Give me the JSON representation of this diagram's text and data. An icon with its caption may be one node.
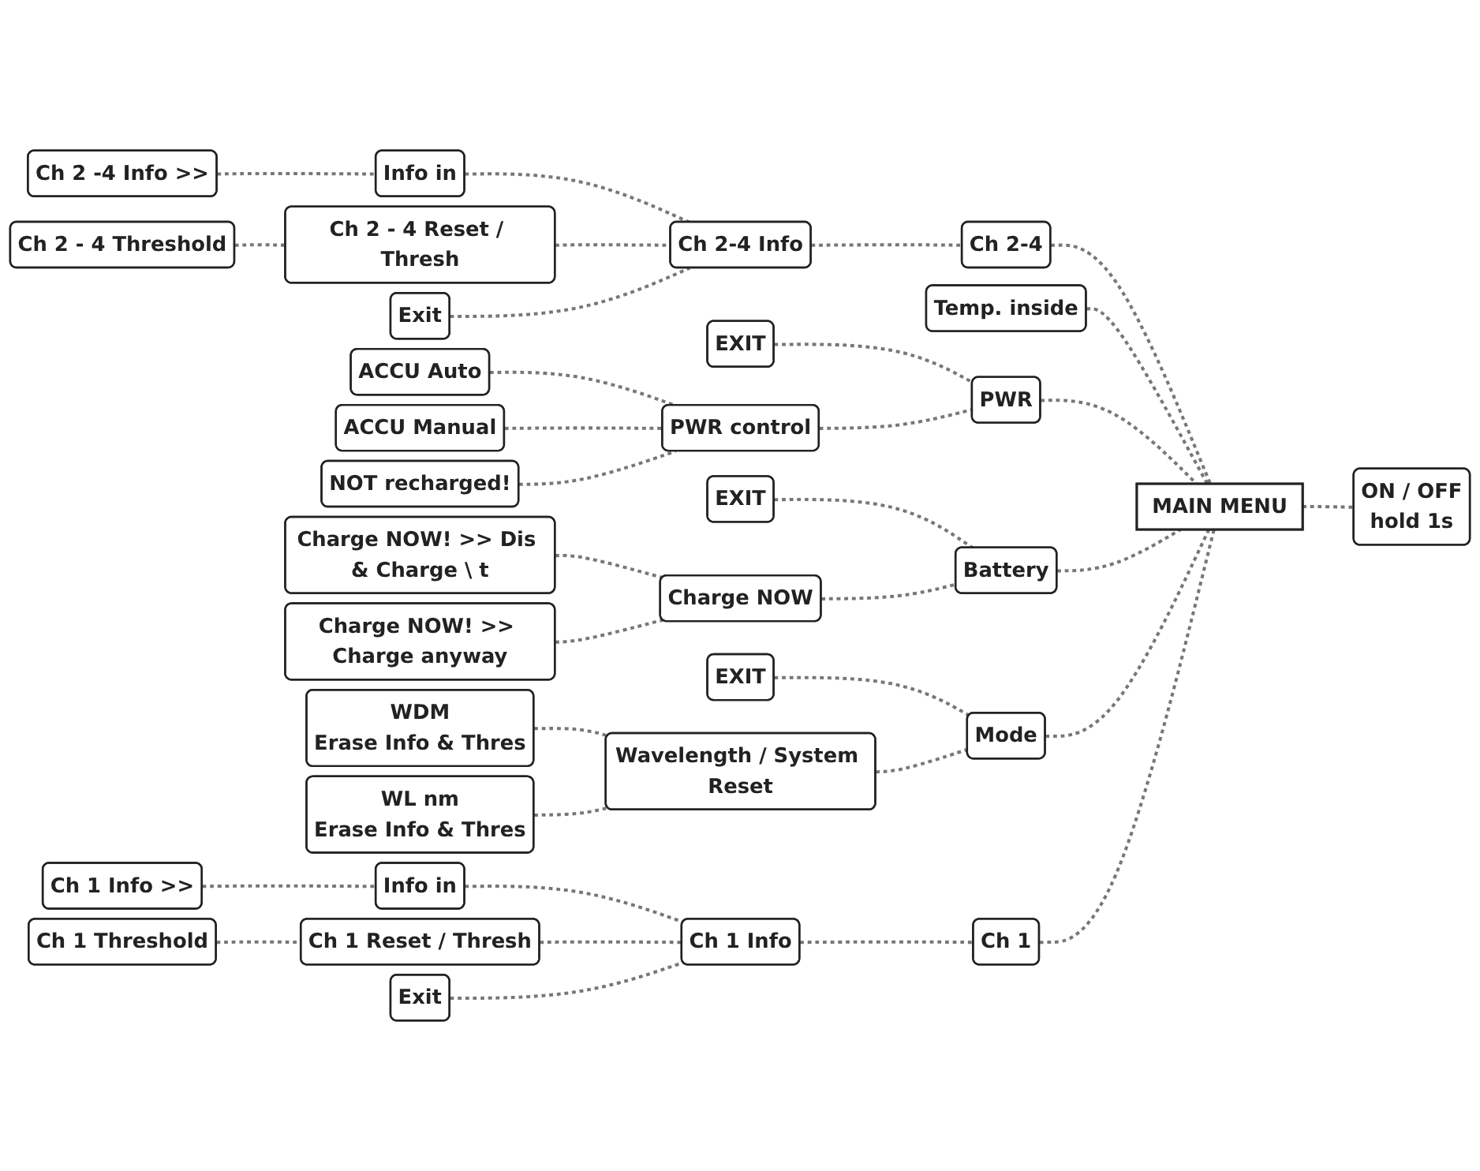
{
  "diagram": {
    "nodes": [
      {
        "text": [
          "Ch 2 -4 Info >>"
        ]
      },
      {
        "text": [
          "Info in"
        ]
      },
      {
        "text": [
          "Ch 2 - 4 Threshold"
        ]
      },
      {
        "text": [
          "Ch 2 - 4 Reset / Thresh"
        ]
      },
      {
        "text": [
          "Ch 2-4 Info"
        ]
      },
      {
        "text": [
          "Ch 2-4"
        ]
      },
      {
        "text": [
          "Exit"
        ]
      },
      {
        "text": [
          "Temp. inside"
        ]
      },
      {
        "text": [
          "ACCU Auto"
        ]
      },
      {
        "text": [
          "EXIT"
        ]
      },
      {
        "text": [
          "ACCU Manual"
        ]
      },
      {
        "text": [
          "PWR control"
        ]
      },
      {
        "text": [
          "PWR"
        ]
      },
      {
        "text": [
          "NOT recharged!"
        ]
      },
      {
        "text": [
          "Charge NOW! >> Dis & Charge \\ t"
        ]
      },
      {
        "text": [
          "EXIT"
        ]
      },
      {
        "text": [
          "Charge NOW! >> Charge anyway"
        ]
      },
      {
        "text": [
          "Charge NOW"
        ]
      },
      {
        "text": [
          "Battery"
        ]
      },
      {
        "text": [
          "WDM",
          "Erase Info & Thres"
        ]
      },
      {
        "text": [
          "EXIT"
        ]
      },
      {
        "text": [
          "WL nm",
          "Erase Info & Thres"
        ]
      },
      {
        "text": [
          "Wavelength / System Reset"
        ]
      },
      {
        "text": [
          "Mode"
        ]
      },
      {
        "text": [
          "Ch 1 Info >>"
        ]
      },
      {
        "text": [
          "Info in"
        ]
      },
      {
        "text": [
          "Ch 1 Threshold"
        ]
      },
      {
        "text": [
          "Ch 1 Reset / Thresh"
        ]
      },
      {
        "text": [
          "Ch 1 Info"
        ]
      },
      {
        "text": [
          "Ch 1"
        ]
      },
      {
        "text": [
          "Exit"
        ]
      },
      {
        "text": [
          "MAIN MENU"
        ]
      },
      {
        "text": [
          "ON / OFF",
          "hold 1s"
        ]
      }
    ],
    "edges": [
      {
        "from": 0,
        "to": 1,
        "arrow": "none",
        "style": "dashed"
      },
      {
        "from": 2,
        "to": 3,
        "arrow": "none",
        "style": "dashed"
      },
      {
        "from": 1,
        "to": 4,
        "arrow": "none",
        "style": "dashed"
      },
      {
        "from": 3,
        "to": 4,
        "arrow": "none",
        "style": "dashed"
      },
      {
        "from": 6,
        "to": 4,
        "arrow": "none",
        "style": "dashed"
      },
      {
        "from": 4,
        "to": 5,
        "arrow": "none",
        "style": "dashed"
      },
      {
        "from": 5,
        "to": 31,
        "arrow": "none",
        "style": "dashed"
      },
      {
        "from": 7,
        "to": 31,
        "arrow": "none",
        "style": "dashed"
      },
      {
        "from": 8,
        "to": 11,
        "arrow": "none",
        "style": "dashed"
      },
      {
        "from": 10,
        "to": 11,
        "arrow": "none",
        "style": "dashed"
      },
      {
        "from": 13,
        "to": 11,
        "arrow": "none",
        "style": "dashed"
      },
      {
        "from": 9,
        "to": 12,
        "arrow": "none",
        "style": "dashed"
      },
      {
        "from": 11,
        "to": 12,
        "arrow": "none",
        "style": "dashed"
      },
      {
        "from": 12,
        "to": 31,
        "arrow": "none",
        "style": "dashed"
      },
      {
        "from": 14,
        "to": 17,
        "arrow": "none",
        "style": "dashed"
      },
      {
        "from": 16,
        "to": 17,
        "arrow": "none",
        "style": "dashed"
      },
      {
        "from": 15,
        "to": 18,
        "arrow": "none",
        "style": "dashed"
      },
      {
        "from": 17,
        "to": 18,
        "arrow": "none",
        "style": "dashed"
      },
      {
        "from": 18,
        "to": 31,
        "arrow": "none",
        "style": "dashed"
      },
      {
        "from": 19,
        "to": 22,
        "arrow": "none",
        "style": "dashed"
      },
      {
        "from": 21,
        "to": 22,
        "arrow": "none",
        "style": "dashed"
      },
      {
        "from": 20,
        "to": 23,
        "arrow": "none",
        "style": "dashed"
      },
      {
        "from": 22,
        "to": 23,
        "arrow": "none",
        "style": "dashed"
      },
      {
        "from": 23,
        "to": 31,
        "arrow": "none",
        "style": "dashed"
      },
      {
        "from": 24,
        "to": 25,
        "arrow": "none",
        "style": "dashed"
      },
      {
        "from": 26,
        "to": 27,
        "arrow": "none",
        "style": "dashed"
      },
      {
        "from": 25,
        "to": 28,
        "arrow": "none",
        "style": "dashed"
      },
      {
        "from": 27,
        "to": 28,
        "arrow": "none",
        "style": "dashed"
      },
      {
        "from": 30,
        "to": 28,
        "arrow": "none",
        "style": "dashed"
      },
      {
        "from": 28,
        "to": 29,
        "arrow": "none",
        "style": "dashed"
      },
      {
        "from": 29,
        "to": 31,
        "arrow": "none",
        "style": "dashed"
      },
      {
        "from": 31,
        "to": 32,
        "arrow": "none",
        "style": "dashed"
      }
    ]
  }
}
